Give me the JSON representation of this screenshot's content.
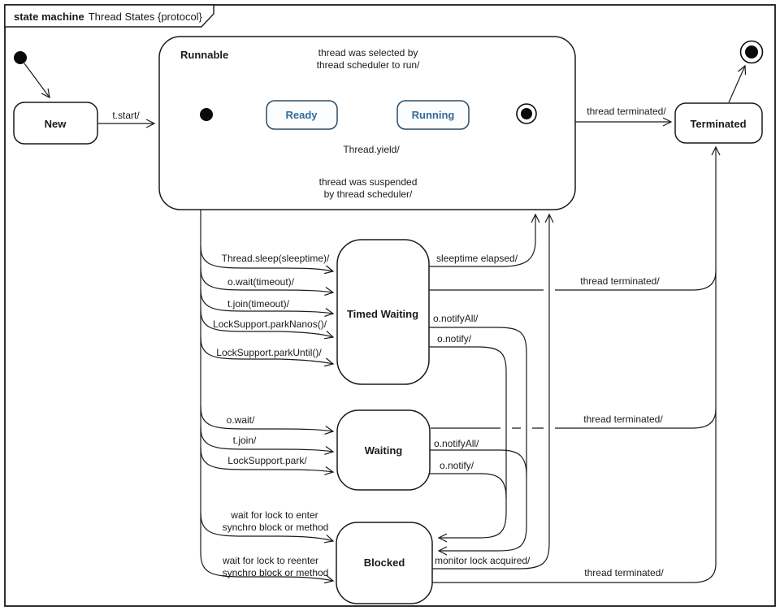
{
  "frame": {
    "title_keyword": "state machine",
    "title_name": "Thread States {protocol}"
  },
  "states": {
    "new": "New",
    "runnable": "Runnable",
    "ready": "Ready",
    "running": "Running",
    "terminated": "Terminated",
    "timed_waiting": "Timed Waiting",
    "waiting": "Waiting",
    "blocked": "Blocked"
  },
  "transitions": {
    "t_start": "t.start/",
    "selected_line1": "thread was selected by",
    "selected_line2": "thread scheduler to run/",
    "yield": "Thread.yield/",
    "suspended_line1": "thread was suspended",
    "suspended_line2": "by thread scheduler/",
    "terminated_from_runnable": "thread terminated/",
    "sleep": "Thread.sleep(sleeptime)/",
    "wait_timeout": "o.wait(timeout)/",
    "join_timeout": "t.join(timeout)/",
    "park_nanos": "LockSupport.parkNanos()/",
    "park_until": "LockSupport.parkUntil()/",
    "sleeptime_elapsed": "sleeptime elapsed/",
    "tw_notify_all": "o.notifyAll/",
    "tw_notify": "o.notify/",
    "terminated_from_timed_waiting": "thread terminated/",
    "o_wait": "o.wait/",
    "t_join": "t.join/",
    "lock_support_park": "LockSupport.park/",
    "w_notify_all": "o.notifyAll/",
    "w_notify": "o.notify/",
    "terminated_from_waiting": "thread terminated/",
    "wait_enter_line1": "wait for lock to enter",
    "wait_enter_line2": "synchro block or method",
    "wait_reenter_line1": "wait for lock to reenter",
    "wait_reenter_line2": "synchro block or method",
    "monitor_acquired": "monitor lock acquired/",
    "terminated_from_blocked": "thread terminated/"
  },
  "colors": {
    "line": "#1a1a1a",
    "state_text_accent": "#336b99",
    "background": "#ffffff"
  }
}
